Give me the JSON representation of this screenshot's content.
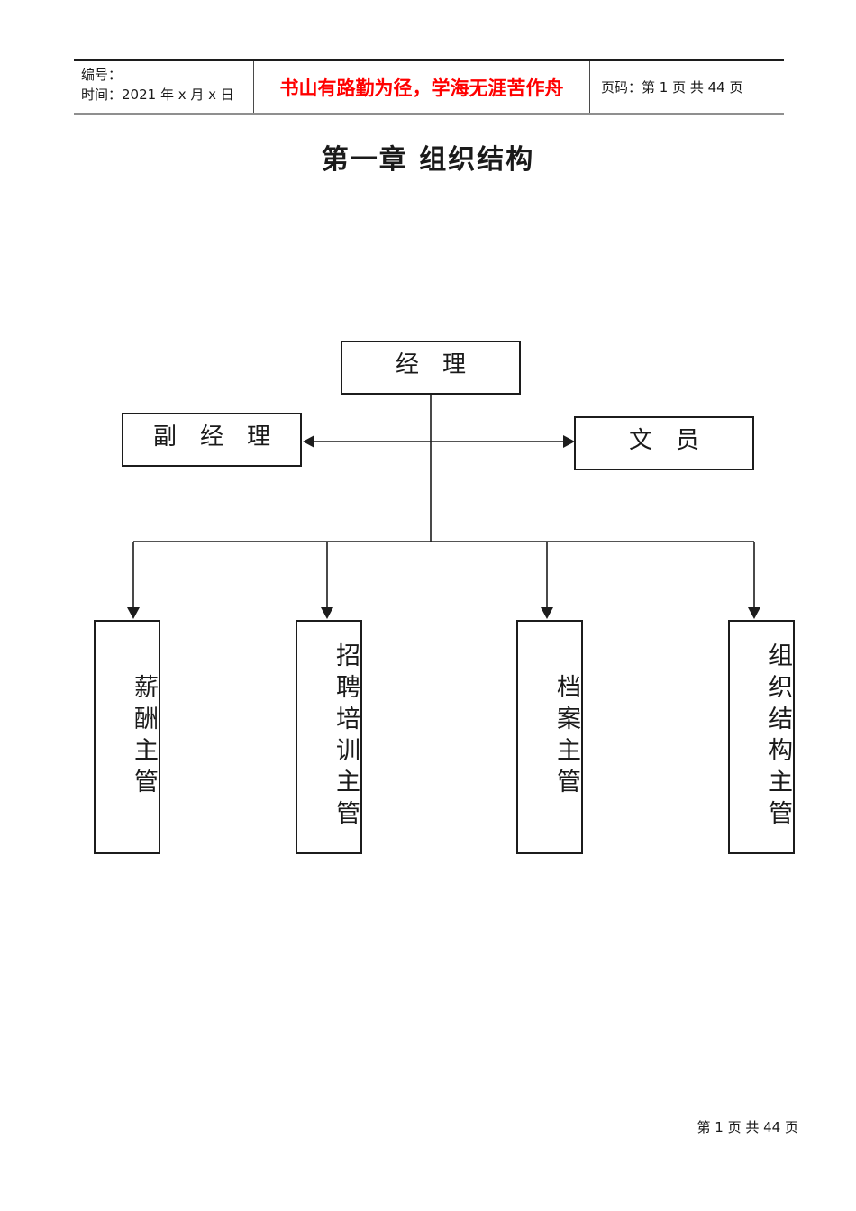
{
  "header": {
    "number_label": "编号：",
    "time_label": "时间：2021 年 x 月 x 日",
    "motto": "书山有路勤为径，学海无涯苦作舟",
    "motto_color": "#FF0000",
    "page_info": "页码：第 1 页 共 44 页"
  },
  "title": "第一章 组织结构",
  "footer": {
    "page_info": "第 1 页 共 44 页"
  },
  "chart_data": {
    "type": "org-chart",
    "title": "第一章 组织结构",
    "line_color": "#1c1c1c",
    "nodes": {
      "manager": "经　理",
      "deputy": "副　经　理",
      "clerk": "文　员",
      "supervisors": [
        "薪酬主管",
        "招聘培训主管",
        "档案主管",
        "组织结构主管"
      ]
    },
    "edges": [
      {
        "from": "经理",
        "to": "副经理",
        "style": "horizontal-arrow"
      },
      {
        "from": "经理",
        "to": "文员",
        "style": "horizontal-arrow"
      },
      {
        "from": "经理",
        "to": "薪酬主管",
        "style": "down-arrow"
      },
      {
        "from": "经理",
        "to": "招聘培训主管",
        "style": "down-arrow"
      },
      {
        "from": "经理",
        "to": "档案主管",
        "style": "down-arrow"
      },
      {
        "from": "经理",
        "to": "组织结构主管",
        "style": "down-arrow"
      }
    ],
    "layout_hint": "manager on top; deputy left and clerk right linked by double-headed arrow; four vertical-text supervisor boxes below"
  }
}
